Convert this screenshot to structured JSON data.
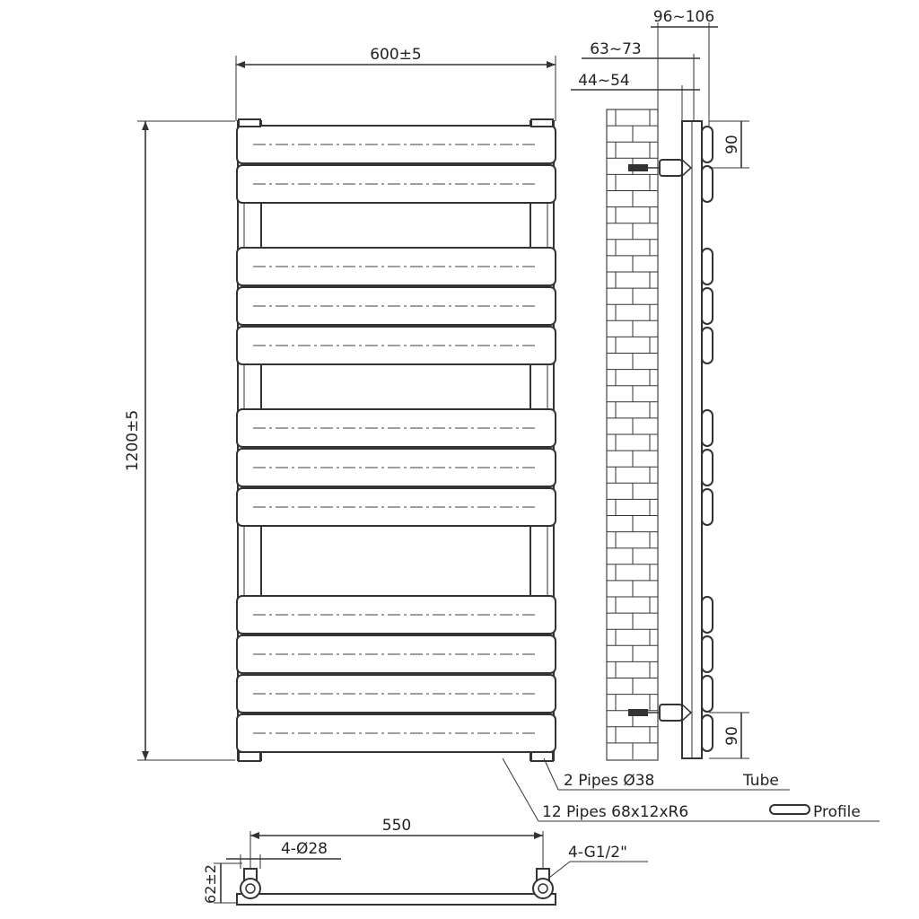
{
  "front_view": {
    "width_label": "600±5",
    "height_label": "1200±5",
    "bar_count": 12
  },
  "side_view": {
    "depth_outer_label": "96~106",
    "depth_mid_label": "63~73",
    "depth_inner_label": "44~54",
    "top_spacing_label": "90",
    "bottom_spacing_label": "90"
  },
  "callouts": {
    "tube_text": "2 Pipes  Ø38",
    "tube_word": "Tube",
    "profile_text": "12 Pipes  68x12xR6",
    "profile_word": "Profile"
  },
  "bottom_view": {
    "centres_label": "550",
    "pipe_label": "4-Ø28",
    "thread_label": "4-G1/2\"",
    "offset_label": "62±2"
  }
}
